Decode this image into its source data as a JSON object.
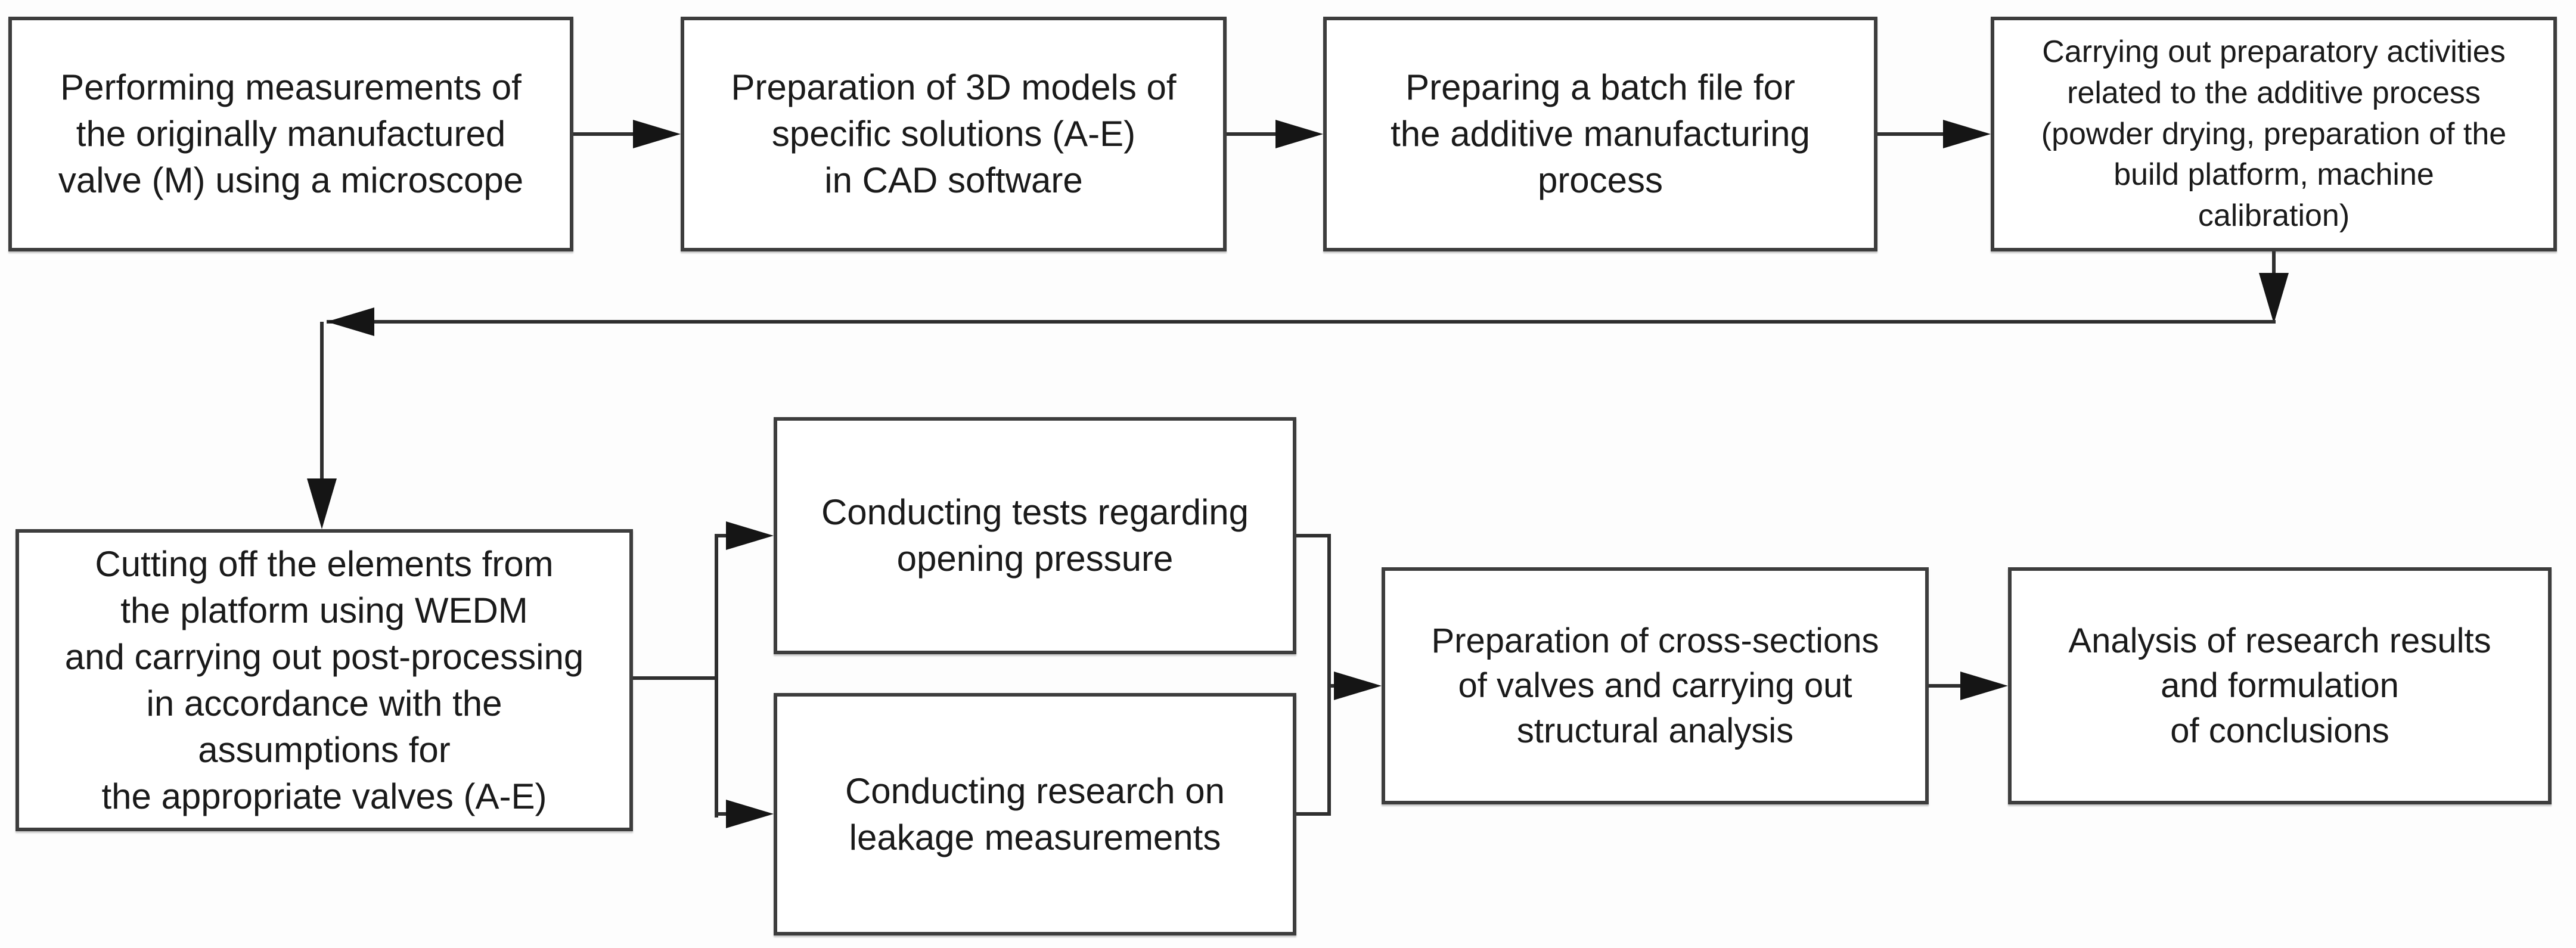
{
  "diagram": {
    "type": "process-flowchart",
    "colors": {
      "background": "#fdfdfd",
      "box_fill": "#ffffff",
      "box_border": "#3d3d3d",
      "connector": "#2f2f2f",
      "arrowhead": "#151515",
      "text": "#1a1a1a"
    }
  },
  "boxes": {
    "b1": {
      "text": "Performing measurements of\nthe originally manufactured\nvalve (M) using a microscope"
    },
    "b2": {
      "text": "Preparation of 3D models of\nspecific solutions (A-E)\nin CAD software"
    },
    "b3": {
      "text": "Preparing a batch file for\nthe additive manufacturing\nprocess"
    },
    "b4": {
      "text": "Carrying out preparatory activities\nrelated to the additive process\n(powder drying, preparation of the\nbuild platform, machine\ncalibration)"
    },
    "b5": {
      "text": "Cutting off the elements from\nthe platform using WEDM\nand carrying out post-processing\nin accordance with the\nassumptions for\nthe appropriate valves (A-E)"
    },
    "b6a": {
      "text": "Conducting tests regarding\nopening pressure"
    },
    "b6b": {
      "text": "Conducting research on\nleakage measurements"
    },
    "b7": {
      "text": "Preparation of cross-sections\nof valves and carrying out\nstructural analysis"
    },
    "b8": {
      "text": "Analysis of research results\nand formulation\nof conclusions"
    }
  }
}
